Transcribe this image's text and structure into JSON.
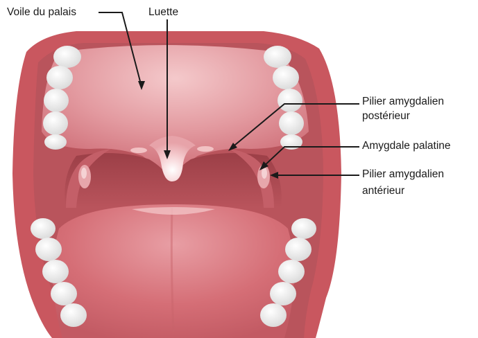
{
  "labels": {
    "voile": "Voile du palais",
    "luette": "Luette",
    "pilier_posterieur_line1": "Pilier amygdalien",
    "pilier_posterieur_line2": "postérieur",
    "amygdale": "Amygdale palatine",
    "pilier_anterieur_line1": "Pilier amygdalien",
    "pilier_anterieur_line2": "antérieur"
  },
  "colors": {
    "lips": "#c9575f",
    "lip_dark": "#a8434c",
    "palate": "#d9828a",
    "palate_light": "#f2c2c4",
    "throat": "#a9474f",
    "tongue": "#d3676f",
    "tongue_light": "#e49aa0",
    "teeth": "#f4f4f4",
    "tonsil": "#e7a6ab",
    "leader": "#1a1a1a"
  }
}
